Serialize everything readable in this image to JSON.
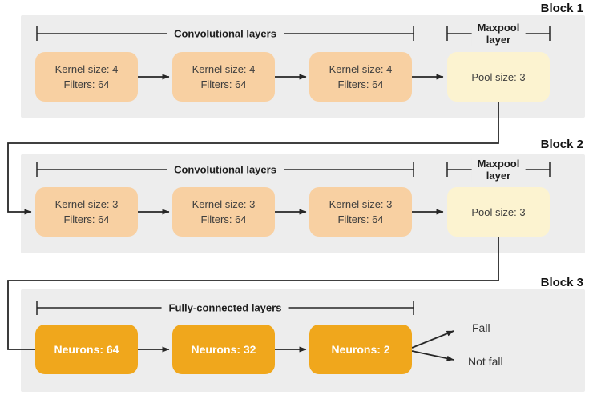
{
  "blocks": [
    {
      "title": "Block 1",
      "conv_group_label": "Convolutional layers",
      "maxpool_label_line1": "Maxpool",
      "maxpool_label_line2": "layer",
      "conv_boxes": [
        {
          "line1": "Kernel size: 4",
          "line2": "Filters: 64"
        },
        {
          "line1": "Kernel size: 4",
          "line2": "Filters: 64"
        },
        {
          "line1": "Kernel size: 4",
          "line2": "Filters: 64"
        }
      ],
      "pool_box": "Pool size: 3"
    },
    {
      "title": "Block 2",
      "conv_group_label": "Convolutional layers",
      "maxpool_label_line1": "Maxpool",
      "maxpool_label_line2": "layer",
      "conv_boxes": [
        {
          "line1": "Kernel size: 3",
          "line2": "Filters: 64"
        },
        {
          "line1": "Kernel size: 3",
          "line2": "Filters: 64"
        },
        {
          "line1": "Kernel size: 3",
          "line2": "Filters: 64"
        }
      ],
      "pool_box": "Pool size: 3"
    },
    {
      "title": "Block 3",
      "fc_group_label": "Fully-connected layers",
      "fc_boxes": [
        "Neurons: 64",
        "Neurons: 32",
        "Neurons: 2"
      ],
      "outputs": [
        "Fall",
        "Not fall"
      ]
    }
  ],
  "colors": {
    "conv_box": "#F8D0A2",
    "pool_box": "#FCF3D0",
    "fc_box": "#F0A71C",
    "fc_text": "#FFFFFF",
    "block_background": "#EDEDED",
    "line": "#262626",
    "text": "#3E3E3E"
  }
}
